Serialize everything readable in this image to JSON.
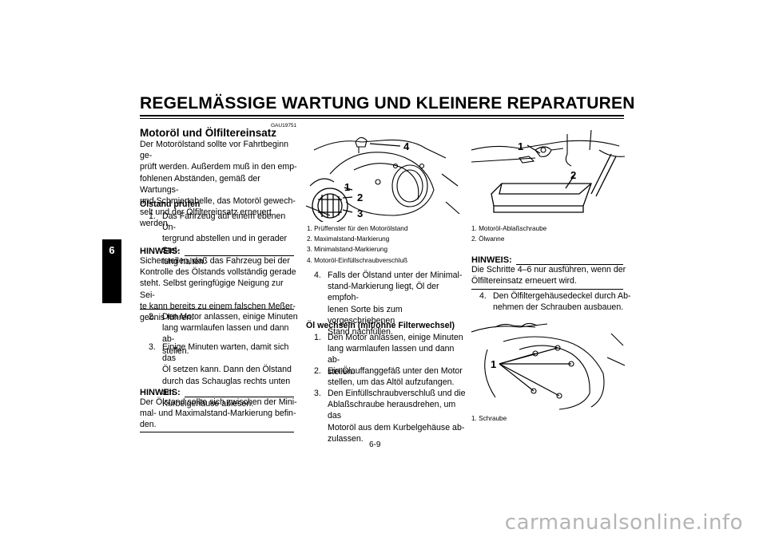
{
  "header": {
    "title": "REGELMÄSSIGE WARTUNG UND KLEINERE REPARATUREN"
  },
  "chapter_tab": "6",
  "page_number": "6-9",
  "col1": {
    "code": "GAU19751",
    "title": "Motoröl und Ölfiltereinsatz",
    "intro": [
      "Der Motorölstand sollte vor Fahrtbeginn ge-",
      "prüft werden. Außerdem muß in den emp-",
      "fohlenen Abständen, gemäß der Wartungs-",
      "und Schmiertabelle, das Motoröl gewech-",
      "selt und der Ölfiltereinsatz erneuert werden."
    ],
    "subhead": "Ölstand prüfen",
    "step1": {
      "n": "1.",
      "lines": [
        "Das Fahrzeug auf einem ebenen Un-",
        "tergrund abstellen und in gerader Stel-",
        "lung halten."
      ]
    },
    "hinweis1": {
      "label": "HINWEIS:",
      "lines": [
        "Sicherstellen, daß das Fahrzeug bei der",
        "Kontrolle des Ölstands vollständig gerade",
        "steht. Selbst geringfügige Neigung zur Sei-",
        "te kann bereits zu einem falschen Meßer-",
        "gebnis führen."
      ]
    },
    "step2": {
      "n": "2.",
      "lines": [
        "Den Motor anlassen, einige Minuten",
        "lang warmlaufen lassen und dann ab-",
        "stellen."
      ]
    },
    "step3": {
      "n": "3.",
      "lines": [
        "Einige Minuten warten, damit sich das",
        "Öl setzen kann. Dann den Ölstand",
        "durch das Schauglas rechts unten am",
        "Kurbelgehäuse ablesen."
      ]
    },
    "hinweis2": {
      "label": "HINWEIS:",
      "lines": [
        "Der Ölstand sollte sich zwischen der Mini-",
        "mal- und Maximalstand-Markierung befin-",
        "den."
      ]
    }
  },
  "col2": {
    "fig_labels": [
      "1",
      "2",
      "3",
      "4"
    ],
    "captions": [
      "1.  Prüffenster für den Motorölstand",
      "2.  Maximalstand-Markierung",
      "3.  Minimalstand-Markierung",
      "4.  Motoröl-Einfüllschraubverschluß"
    ],
    "step4": {
      "n": "4.",
      "lines": [
        "Falls der Ölstand unter der Minimal-",
        "stand-Markierung liegt, Öl der empfoh-",
        "lenen Sorte bis zum vorgeschriebenen",
        "Stand nachfüllen."
      ]
    },
    "subhead": "Öl wechseln (mit/ohne Filterwechsel)",
    "s1": {
      "n": "1.",
      "lines": [
        "Den Motor anlassen, einige Minuten",
        "lang warmlaufen lassen und dann ab-",
        "stellen."
      ]
    },
    "s2": {
      "n": "2.",
      "lines": [
        "Ein Ölauffanggefäß unter den Motor",
        "stellen, um das Altöl aufzufangen."
      ]
    },
    "s3": {
      "n": "3.",
      "lines": [
        "Den Einfüllschraubverschluß und die",
        "Ablaßschraube herausdrehen, um das",
        "Motoröl aus dem Kurbelgehäuse ab-",
        "zulassen."
      ]
    }
  },
  "col3": {
    "fig1_labels": [
      "1",
      "2"
    ],
    "captions1": [
      "1.  Motoröl-Ablaßschraube",
      "2.  Ölwanne"
    ],
    "hinweis": {
      "label": "HINWEIS:",
      "lines": [
        "Die Schritte 4–6 nur ausführen, wenn der",
        "Ölfiltereinsatz erneuert wird."
      ]
    },
    "step4": {
      "n": "4.",
      "lines": [
        "Den Ölfiltergehäusedeckel durch Ab-",
        "nehmen der Schrauben ausbauen."
      ]
    },
    "fig2_labels": [
      "1"
    ],
    "captions2": [
      "1.  Schraube"
    ]
  },
  "watermark": "carmanualsonline.info"
}
